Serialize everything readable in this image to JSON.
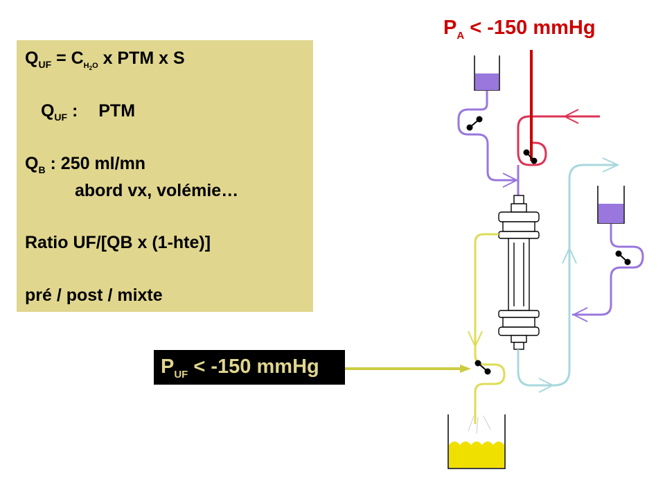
{
  "formula_box": {
    "line1": {
      "q": "Q",
      "q_sub": "UF",
      "eq": " = C",
      "c_sub": "H",
      "c_sub_num": "2",
      "c_sub_tail": "O",
      "tail": " x PTM x S"
    },
    "line2": {
      "arrow": "",
      "q": " Q",
      "q_sub": "UF",
      "mid": " : ",
      "arrow2": "",
      "tail": " PTM"
    },
    "line3": {
      "q": "Q",
      "q_sub": "B",
      "tail": " : 250 ml/mn"
    },
    "line4": "abord vx, volémie…",
    "line5": "Ratio UF/[QB x (1-hte)]",
    "line6": "pré / post / mixte"
  },
  "pressure_arterial": {
    "p": "P",
    "sub": "A",
    "tail": " < -150 mmHg"
  },
  "pressure_uf": {
    "p": "P",
    "sub": "UF",
    "tail": " < -150 mmHg"
  },
  "colors": {
    "box_bg": "#e0d68e",
    "arterial_red": "#cc0000",
    "blood_line": "#dd3355",
    "substitution_purple": "#9977dd",
    "venous_cyan": "#a8d8dc",
    "ultrafiltrate_yellow": "#dddd55",
    "uf_black": "#000000"
  }
}
